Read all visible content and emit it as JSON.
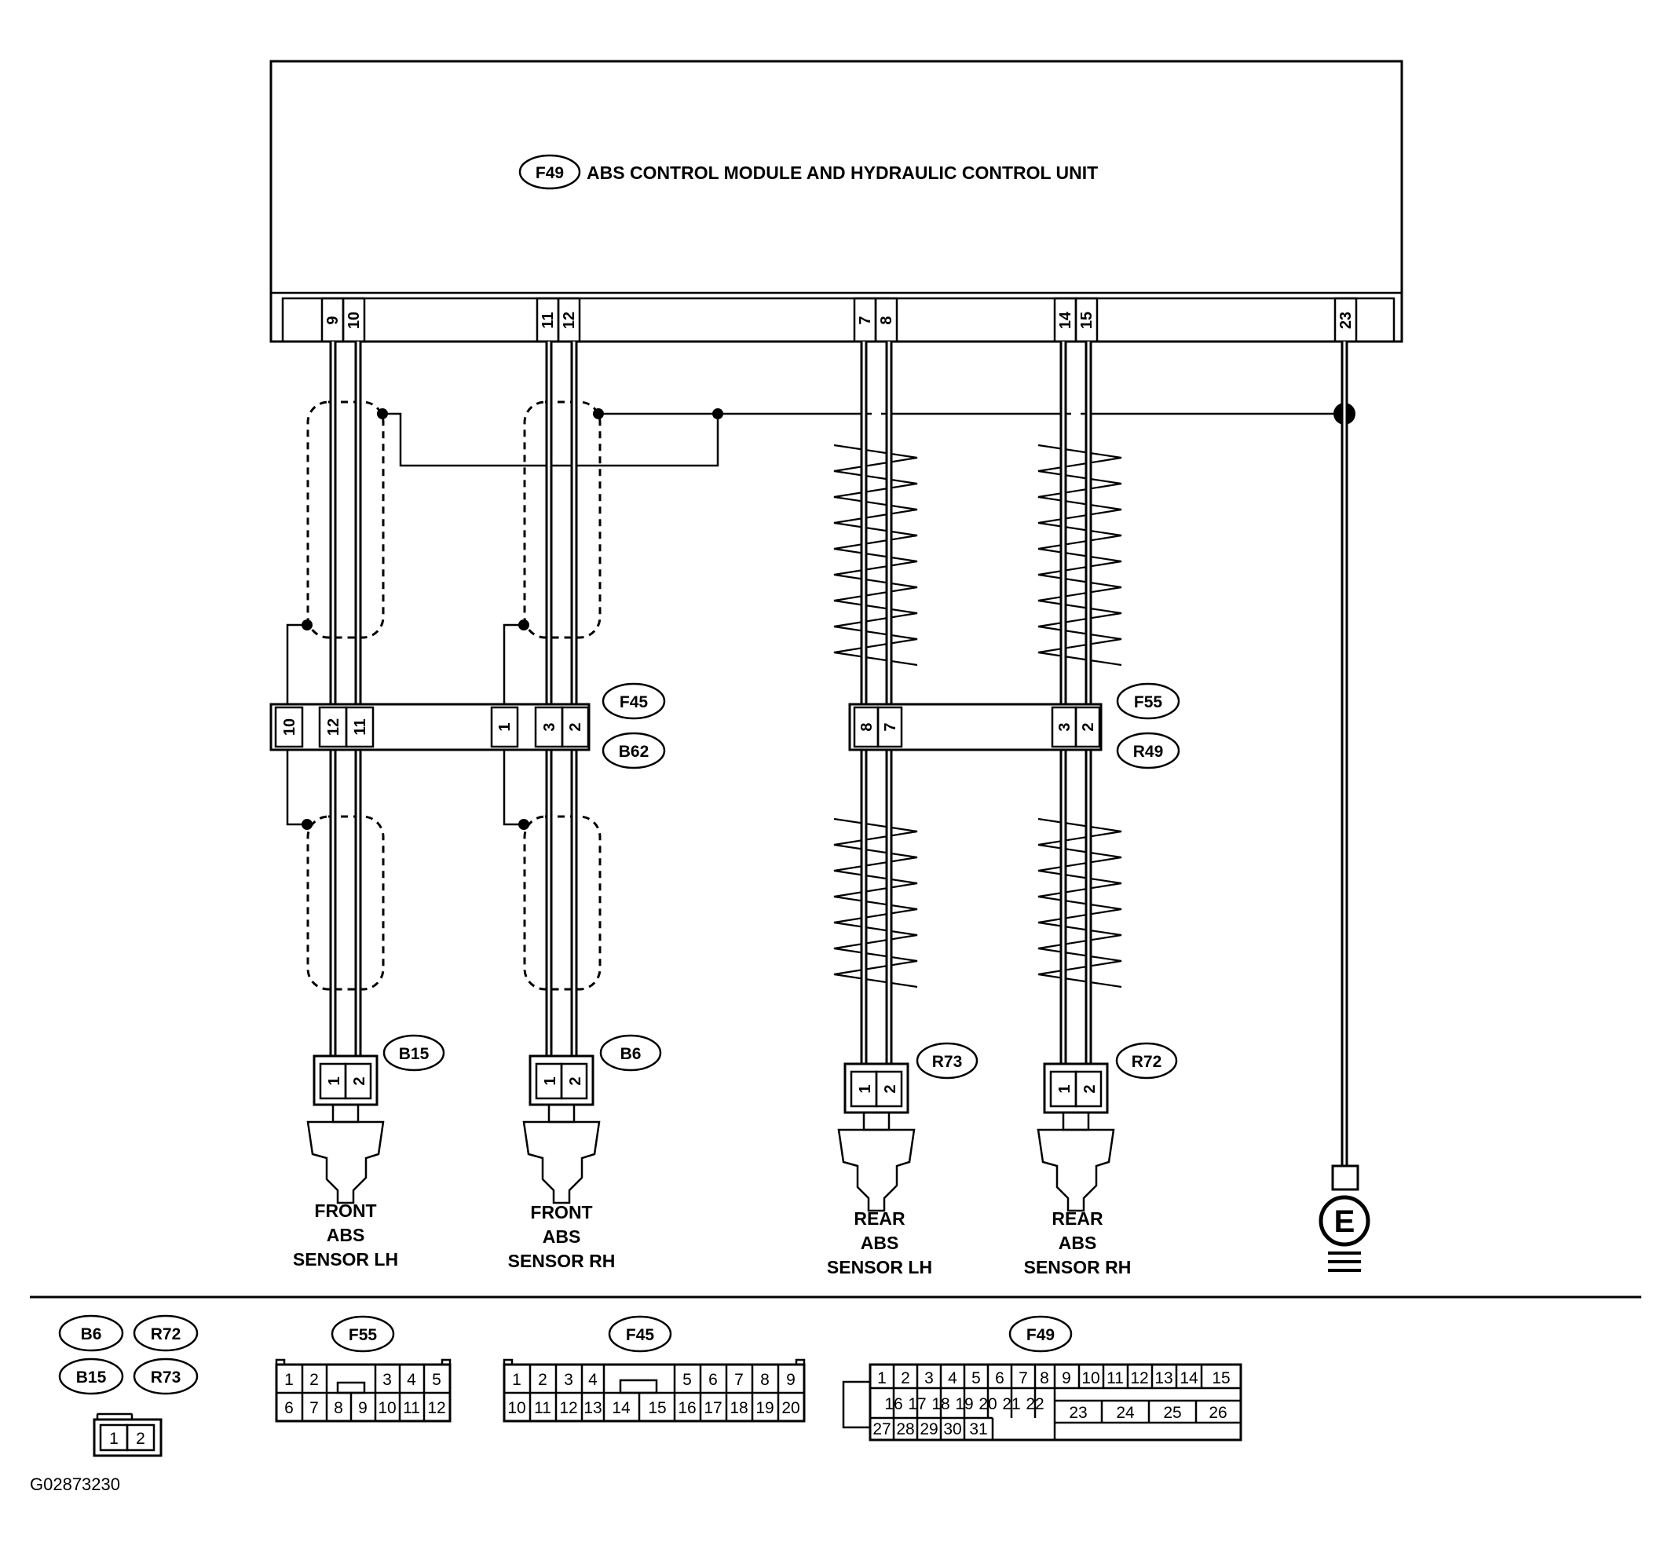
{
  "module": {
    "tag": "F49",
    "title": "ABS CONTROL MODULE AND HYDRAULIC  CONTROL UNIT"
  },
  "module_pins": [
    "9",
    "10",
    "11",
    "12",
    "7",
    "8",
    "14",
    "15",
    "23"
  ],
  "connector_f45": {
    "tag_top": "F45",
    "tag_bottom": "B62",
    "pins": [
      "10",
      "12",
      "11",
      "1",
      "3",
      "2"
    ]
  },
  "connector_f55": {
    "tag_top": "F55",
    "tag_bottom": "R49",
    "pins": [
      "8",
      "7",
      "3",
      "2"
    ]
  },
  "sensors": [
    {
      "tag": "B15",
      "pins": [
        "1",
        "2"
      ],
      "line1": "FRONT",
      "line2": "ABS",
      "line3": "SENSOR LH"
    },
    {
      "tag": "B6",
      "pins": [
        "1",
        "2"
      ],
      "line1": "FRONT",
      "line2": "ABS",
      "line3": "SENSOR RH"
    },
    {
      "tag": "R73",
      "pins": [
        "1",
        "2"
      ],
      "line1": "REAR",
      "line2": "ABS",
      "line3": "SENSOR LH"
    },
    {
      "tag": "R72",
      "pins": [
        "1",
        "2"
      ],
      "line1": "REAR",
      "line2": "ABS",
      "line3": "SENSOR RH"
    }
  ],
  "ground": {
    "symbol": "E"
  },
  "legend": {
    "small_tags": [
      "B6",
      "R72",
      "B15",
      "R73"
    ],
    "small_pins": [
      "1",
      "2"
    ],
    "f55": {
      "tag": "F55",
      "row1": [
        "1",
        "2",
        "3",
        "4",
        "5"
      ],
      "row2": [
        "6",
        "7",
        "8",
        "9",
        "10",
        "11",
        "12"
      ]
    },
    "f45": {
      "tag": "F45",
      "row1": [
        "1",
        "2",
        "3",
        "4",
        "5",
        "6",
        "7",
        "8",
        "9"
      ],
      "row2": [
        "10",
        "11",
        "12",
        "13",
        "14",
        "15",
        "16",
        "17",
        "18",
        "19",
        "20"
      ]
    },
    "f49": {
      "tag": "F49",
      "row1": [
        "1",
        "2",
        "3",
        "4",
        "5",
        "6",
        "7",
        "8",
        "9",
        "10",
        "11",
        "12",
        "13",
        "14",
        "15"
      ],
      "row2": [
        "16",
        "17",
        "18",
        "19",
        "20",
        "21",
        "22"
      ],
      "row3": [
        "27",
        "28",
        "29",
        "30",
        "31"
      ],
      "big": [
        "23",
        "24",
        "25",
        "26"
      ]
    }
  },
  "figure_id": "G02873230"
}
